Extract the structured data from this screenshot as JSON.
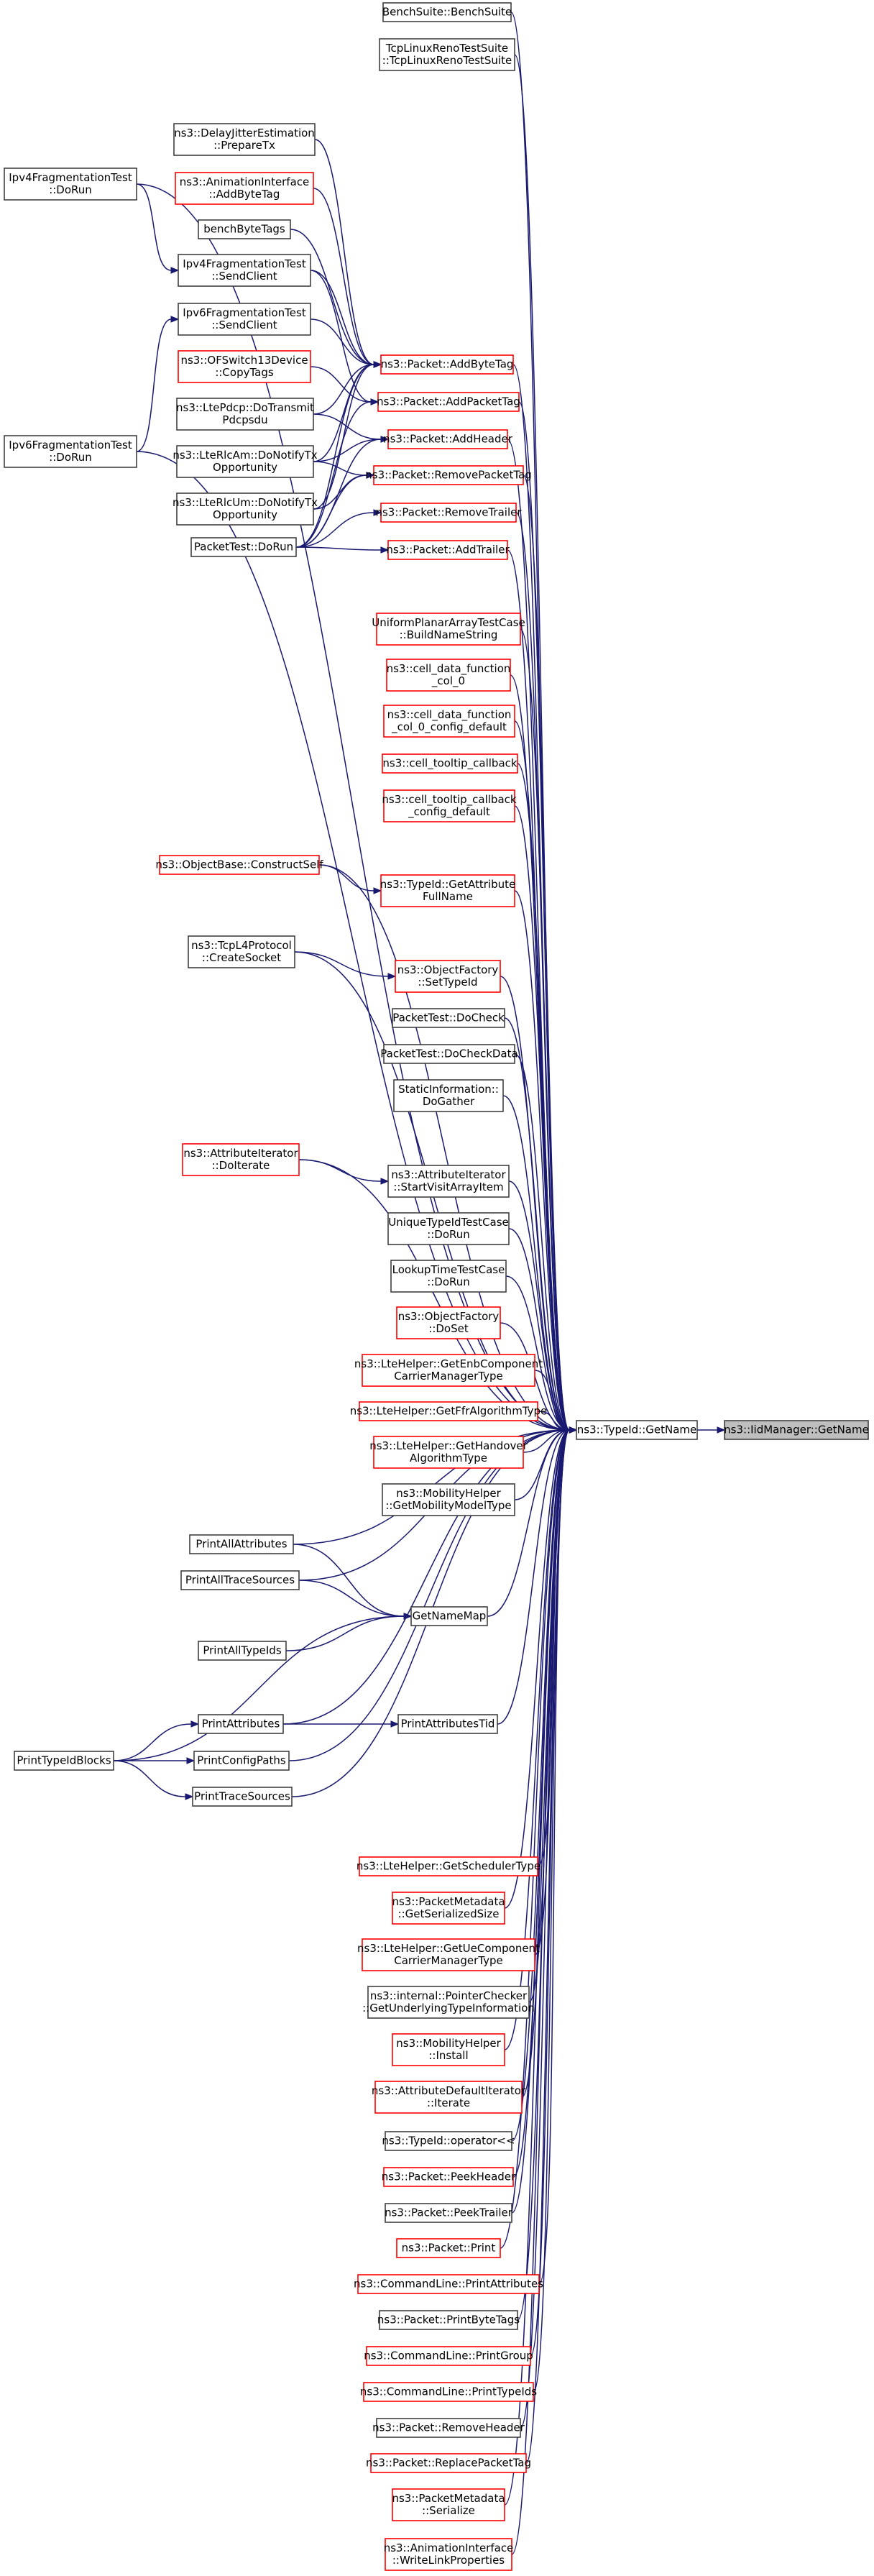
{
  "graph": {
    "nodes": [
      {
        "id": "bench_suite",
        "lines": [
          "BenchSuite::BenchSuite"
        ],
        "style": "black"
      },
      {
        "id": "tcp_linux_reno",
        "lines": [
          "TcpLinuxRenoTestSuite",
          "::TcpLinuxRenoTestSuite"
        ],
        "style": "black"
      },
      {
        "id": "delay_jitter",
        "lines": [
          "ns3::DelayJitterEstimation",
          "::PrepareTx"
        ],
        "style": "black"
      },
      {
        "id": "anim_addbytetag",
        "lines": [
          "ns3::AnimationInterface",
          "::AddByteTag"
        ],
        "style": "red"
      },
      {
        "id": "bench_bytetags",
        "lines": [
          "benchByteTags"
        ],
        "style": "black"
      },
      {
        "id": "ipv4frag_sendclient",
        "lines": [
          "Ipv4FragmentationTest",
          "::SendClient"
        ],
        "style": "black"
      },
      {
        "id": "ipv6frag_sendclient",
        "lines": [
          "Ipv6FragmentationTest",
          "::SendClient"
        ],
        "style": "black"
      },
      {
        "id": "ofswitch_copytags",
        "lines": [
          "ns3::OFSwitch13Device",
          "::CopyTags"
        ],
        "style": "red"
      },
      {
        "id": "ltepdcp",
        "lines": [
          "ns3::LtePdcp::DoTransmit",
          "Pdcpsdu"
        ],
        "style": "black"
      },
      {
        "id": "ltérlcam",
        "lines": [
          "ns3::LteRlcAm::DoNotifyTx",
          "Opportunity"
        ],
        "style": "black"
      },
      {
        "id": "lterlcum",
        "lines": [
          "ns3::LteRlcUm::DoNotifyTx",
          "Opportunity"
        ],
        "style": "black"
      },
      {
        "id": "packettest_dorun",
        "lines": [
          "PacketTest::DoRun"
        ],
        "style": "black"
      },
      {
        "id": "ipv4frag_dorun",
        "lines": [
          "Ipv4FragmentationTest",
          "::DoRun"
        ],
        "style": "black"
      },
      {
        "id": "ipv6frag_dorun",
        "lines": [
          "Ipv6FragmentationTest",
          "::DoRun"
        ],
        "style": "black"
      },
      {
        "id": "pkt_addbytetag",
        "lines": [
          "ns3::Packet::AddByteTag"
        ],
        "style": "red"
      },
      {
        "id": "pkt_addpackettag",
        "lines": [
          "ns3::Packet::AddPacketTag"
        ],
        "style": "red"
      },
      {
        "id": "pkt_addheader",
        "lines": [
          "ns3::Packet::AddHeader"
        ],
        "style": "red"
      },
      {
        "id": "pkt_removepackettag",
        "lines": [
          "ns3::Packet::RemovePacketTag"
        ],
        "style": "red"
      },
      {
        "id": "pkt_removetrailer",
        "lines": [
          "ns3::Packet::RemoveTrailer"
        ],
        "style": "red"
      },
      {
        "id": "pkt_addtrailer",
        "lines": [
          "ns3::Packet::AddTrailer"
        ],
        "style": "red"
      },
      {
        "id": "upa_buildname",
        "lines": [
          "UniformPlanarArrayTestCase",
          "::BuildNameString"
        ],
        "style": "red"
      },
      {
        "id": "cell_data_col0",
        "lines": [
          "ns3::cell_data_function",
          "_col_0"
        ],
        "style": "red"
      },
      {
        "id": "cell_data_col0_cfg",
        "lines": [
          "ns3::cell_data_function",
          "_col_0_config_default"
        ],
        "style": "red"
      },
      {
        "id": "cell_tooltip",
        "lines": [
          "ns3::cell_tooltip_callback"
        ],
        "style": "red"
      },
      {
        "id": "cell_tooltip_cfg",
        "lines": [
          "ns3::cell_tooltip_callback",
          "_config_default"
        ],
        "style": "red"
      },
      {
        "id": "objectbase_constructself",
        "lines": [
          "ns3::ObjectBase::ConstructSelf"
        ],
        "style": "red"
      },
      {
        "id": "typeid_getattrfullname",
        "lines": [
          "ns3::TypeId::GetAttribute",
          "FullName"
        ],
        "style": "red"
      },
      {
        "id": "tcpl4_createsocket",
        "lines": [
          "ns3::TcpL4Protocol",
          "::CreateSocket"
        ],
        "style": "black"
      },
      {
        "id": "objfactory_settypeid",
        "lines": [
          "ns3::ObjectFactory",
          "::SetTypeId"
        ],
        "style": "red"
      },
      {
        "id": "packettest_docheck",
        "lines": [
          "PacketTest::DoCheck"
        ],
        "style": "black"
      },
      {
        "id": "packettest_docheckdata",
        "lines": [
          "PacketTest::DoCheckData"
        ],
        "style": "black"
      },
      {
        "id": "staticinfo_dogather",
        "lines": [
          "StaticInformation::",
          "DoGather"
        ],
        "style": "black"
      },
      {
        "id": "attriter_doiterate",
        "lines": [
          "ns3::AttributeIterator",
          "::DoIterate"
        ],
        "style": "red"
      },
      {
        "id": "attriter_startvisit",
        "lines": [
          "ns3::AttributeIterator",
          "::StartVisitArrayItem"
        ],
        "style": "black"
      },
      {
        "id": "uniquetypeid_dorun",
        "lines": [
          "UniqueTypeIdTestCase",
          "::DoRun"
        ],
        "style": "black"
      },
      {
        "id": "lookuptime_dorun",
        "lines": [
          "LookupTimeTestCase",
          "::DoRun"
        ],
        "style": "black"
      },
      {
        "id": "objfactory_doset",
        "lines": [
          "ns3::ObjectFactory",
          "::DoSet"
        ],
        "style": "red"
      },
      {
        "id": "ltehelper_enb",
        "lines": [
          "ns3::LteHelper::GetEnbComponent",
          "CarrierManagerType"
        ],
        "style": "red"
      },
      {
        "id": "ltehelper_ffr",
        "lines": [
          "ns3::LteHelper::GetFfrAlgorithmType"
        ],
        "style": "red"
      },
      {
        "id": "ltehelper_handover",
        "lines": [
          "ns3::LteHelper::GetHandover",
          "AlgorithmType"
        ],
        "style": "red"
      },
      {
        "id": "mobility_getmodeltype",
        "lines": [
          "ns3::MobilityHelper",
          "::GetMobilityModelType"
        ],
        "style": "black"
      },
      {
        "id": "print_all_attributes",
        "lines": [
          "PrintAllAttributes"
        ],
        "style": "black"
      },
      {
        "id": "print_all_tracesources",
        "lines": [
          "PrintAllTraceSources"
        ],
        "style": "black"
      },
      {
        "id": "print_all_typeids",
        "lines": [
          "PrintAllTypeIds"
        ],
        "style": "black"
      },
      {
        "id": "getnamemap",
        "lines": [
          "GetNameMap"
        ],
        "style": "black"
      },
      {
        "id": "print_attributes",
        "lines": [
          "PrintAttributes"
        ],
        "style": "black"
      },
      {
        "id": "print_attributes_tid",
        "lines": [
          "PrintAttributesTid"
        ],
        "style": "black"
      },
      {
        "id": "print_config_paths",
        "lines": [
          "PrintConfigPaths"
        ],
        "style": "black"
      },
      {
        "id": "print_trace_sources",
        "lines": [
          "PrintTraceSources"
        ],
        "style": "black"
      },
      {
        "id": "print_typeid_blocks",
        "lines": [
          "PrintTypeIdBlocks"
        ],
        "style": "black"
      },
      {
        "id": "typeid_getname",
        "lines": [
          "ns3::TypeId::GetName"
        ],
        "style": "black"
      },
      {
        "id": "iidmanager_getname",
        "lines": [
          "ns3::IidManager::GetName"
        ],
        "style": "root"
      },
      {
        "id": "ltehelper_scheduler",
        "lines": [
          "ns3::LteHelper::GetSchedulerType"
        ],
        "style": "red"
      },
      {
        "id": "pktmeta_getserializedsize",
        "lines": [
          "ns3::PacketMetadata",
          "::GetSerializedSize"
        ],
        "style": "red"
      },
      {
        "id": "ltehelper_ue",
        "lines": [
          "ns3::LteHelper::GetUeComponent",
          "CarrierManagerType"
        ],
        "style": "red"
      },
      {
        "id": "pointerchecker",
        "lines": [
          "ns3::internal::PointerChecker",
          "::GetUnderlyingTypeInformation"
        ],
        "style": "black"
      },
      {
        "id": "mobility_install",
        "lines": [
          "ns3::MobilityHelper",
          "::Install"
        ],
        "style": "red"
      },
      {
        "id": "attrdefault_iterate",
        "lines": [
          "ns3::AttributeDefaultIterator",
          "::Iterate"
        ],
        "style": "red"
      },
      {
        "id": "typeid_operator",
        "lines": [
          "ns3::TypeId::operator<<"
        ],
        "style": "black"
      },
      {
        "id": "pkt_peekheader",
        "lines": [
          "ns3::Packet::PeekHeader"
        ],
        "style": "red"
      },
      {
        "id": "pkt_peektrailer",
        "lines": [
          "ns3::Packet::PeekTrailer"
        ],
        "style": "black"
      },
      {
        "id": "pkt_print",
        "lines": [
          "ns3::Packet::Print"
        ],
        "style": "red"
      },
      {
        "id": "cmdline_printattributes",
        "lines": [
          "ns3::CommandLine::PrintAttributes"
        ],
        "style": "red"
      },
      {
        "id": "pkt_printbytetags",
        "lines": [
          "ns3::Packet::PrintByteTags"
        ],
        "style": "black"
      },
      {
        "id": "cmdline_printgroup",
        "lines": [
          "ns3::CommandLine::PrintGroup"
        ],
        "style": "red"
      },
      {
        "id": "cmdline_printtypeids",
        "lines": [
          "ns3::CommandLine::PrintTypeIds"
        ],
        "style": "red"
      },
      {
        "id": "pkt_removeheader",
        "lines": [
          "ns3::Packet::RemoveHeader"
        ],
        "style": "black"
      },
      {
        "id": "pkt_replacepackettag",
        "lines": [
          "ns3::Packet::ReplacePacketTag"
        ],
        "style": "red"
      },
      {
        "id": "pktmeta_serialize",
        "lines": [
          "ns3::PacketMetadata",
          "::Serialize"
        ],
        "style": "red"
      },
      {
        "id": "anim_writelinkprops",
        "lines": [
          "ns3::AnimationInterface",
          "::WriteLinkProperties"
        ],
        "style": "red"
      }
    ]
  },
  "colors": {
    "edge": "#191970",
    "red_border": "#ff0000",
    "black_border": "#404040",
    "root_fill": "#bfbfbf"
  }
}
